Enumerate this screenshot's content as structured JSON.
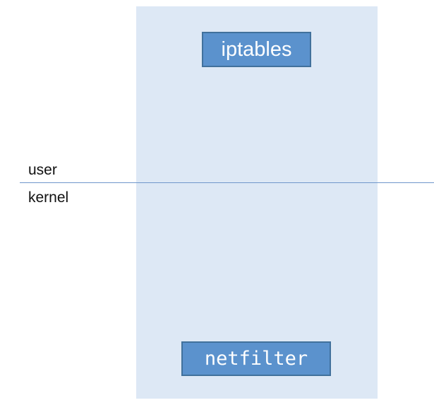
{
  "diagram": {
    "labels": {
      "user": "user",
      "kernel": "kernel"
    },
    "boxes": {
      "iptables": "iptables",
      "netfilter": "netfilter"
    },
    "colors": {
      "panel": "#dde8f5",
      "box_fill": "#5b92cd",
      "box_border": "#41719c",
      "divider": "#6f97cb",
      "box_text": "#ffffff",
      "label_text": "#111111"
    }
  }
}
